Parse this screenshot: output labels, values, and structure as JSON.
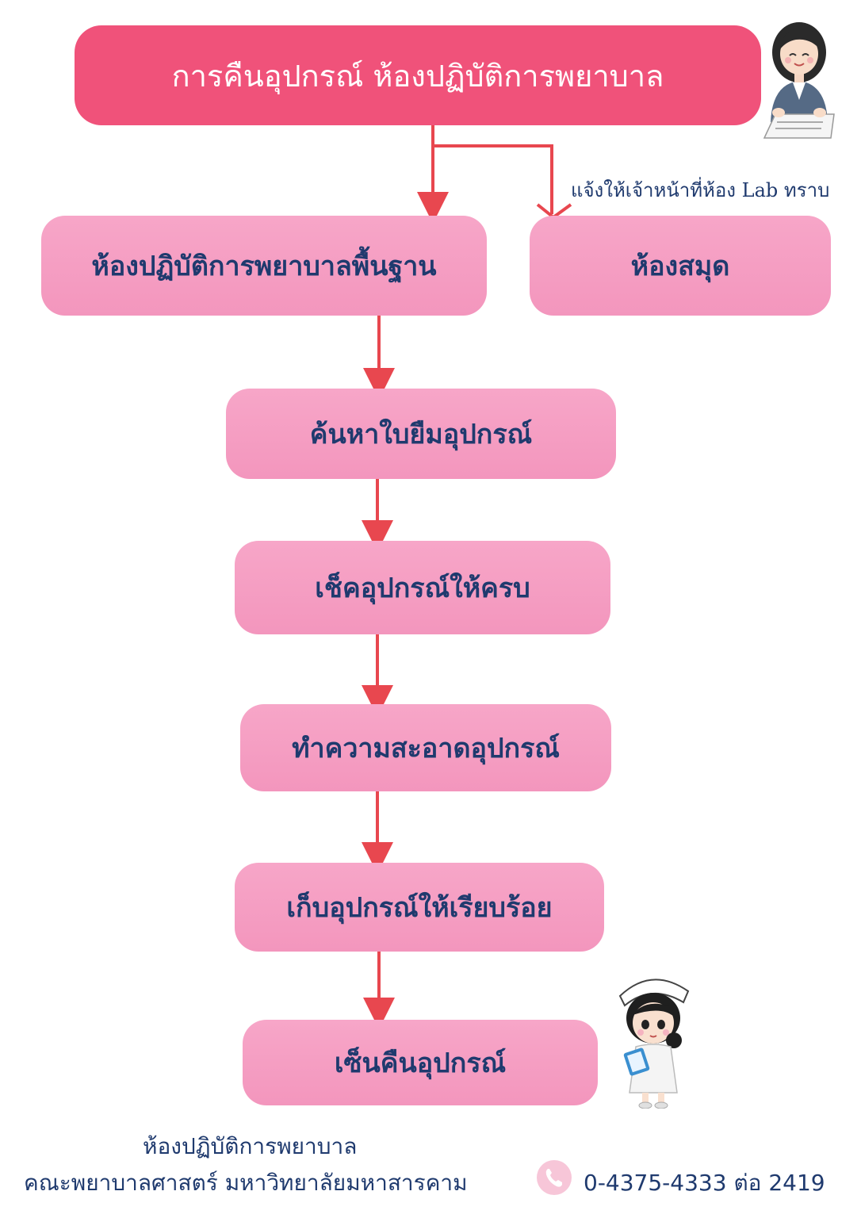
{
  "title": "การคืนอุปกรณ์ ห้องปฏิบัติการพยาบาล",
  "note": "แจ้งให้เจ้าหน้าที่ห้อง Lab ทราบ",
  "steps": {
    "basic_lab": "ห้องปฏิบัติการพยาบาลพื้นฐาน",
    "library": "ห้องสมุด",
    "find_form": "ค้นหาใบยืมอุปกรณ์",
    "check": "เช็คอุปกรณ์ให้ครบ",
    "clean": "ทำความสะอาดอุปกรณ์",
    "store": "เก็บอุปกรณ์ให้เรียบร้อย",
    "sign": "เซ็นคืนอุปกรณ์"
  },
  "footer": {
    "line1": "ห้องปฏิบัติการพยาบาล",
    "line2": "คณะพยาบาลศาสตร์  มหาวิทยาลัยมหาสารคาม",
    "phone": "0-4375-4333 ต่อ 2419"
  },
  "colors": {
    "title_bg": "#f0527a",
    "step_bg": "#f49ac0",
    "text": "#1f3a6e",
    "arrow": "#e8474f"
  },
  "icons": [
    "office-woman-icon",
    "nurse-icon",
    "phone-icon"
  ]
}
